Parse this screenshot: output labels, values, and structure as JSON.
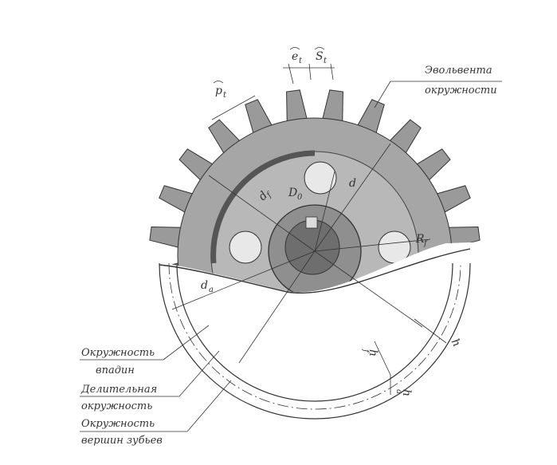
{
  "labels": {
    "involute": [
      "Эвольвента",
      "окружности"
    ],
    "root_circle": [
      "Окружность",
      "впадин"
    ],
    "pitch_circle": [
      "Делительная",
      "окружность"
    ],
    "tip_circle": [
      "Окружность",
      "вершин зубьев"
    ]
  },
  "symbols": {
    "pt": "p",
    "pt_sub": "t",
    "et": "e",
    "et_sub": "t",
    "st": "S",
    "st_sub": "t",
    "da": "d",
    "da_sub": "a",
    "df": "d",
    "df_sub": "f",
    "d": "d",
    "D0": "D",
    "D0_sub": "0",
    "Rf": "R",
    "Rf_sub": "f",
    "hf": "h",
    "hf_sub": "f",
    "ha": "h",
    "ha_sub": "a",
    "h": "h"
  },
  "colors": {
    "ink": "#333333",
    "gear_fill": "#9a9a9a",
    "gear_dark": "#555555",
    "hub": "#777777",
    "paper": "#ffffff"
  },
  "gear": {
    "tooth_count": 24
  }
}
